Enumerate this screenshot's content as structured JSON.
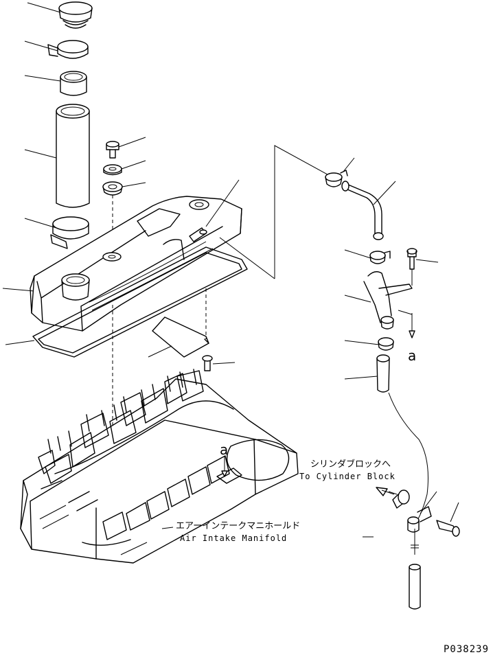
{
  "labels": {
    "to_cylinder_block_jp": "シリンダブロックへ",
    "to_cylinder_block_en": "To Cylinder Block",
    "air_intake_jp": "エアーインテークマニホールド",
    "air_intake_en": "Air Intake Manifold",
    "marker_a": "a",
    "figure_code": "P038239"
  }
}
